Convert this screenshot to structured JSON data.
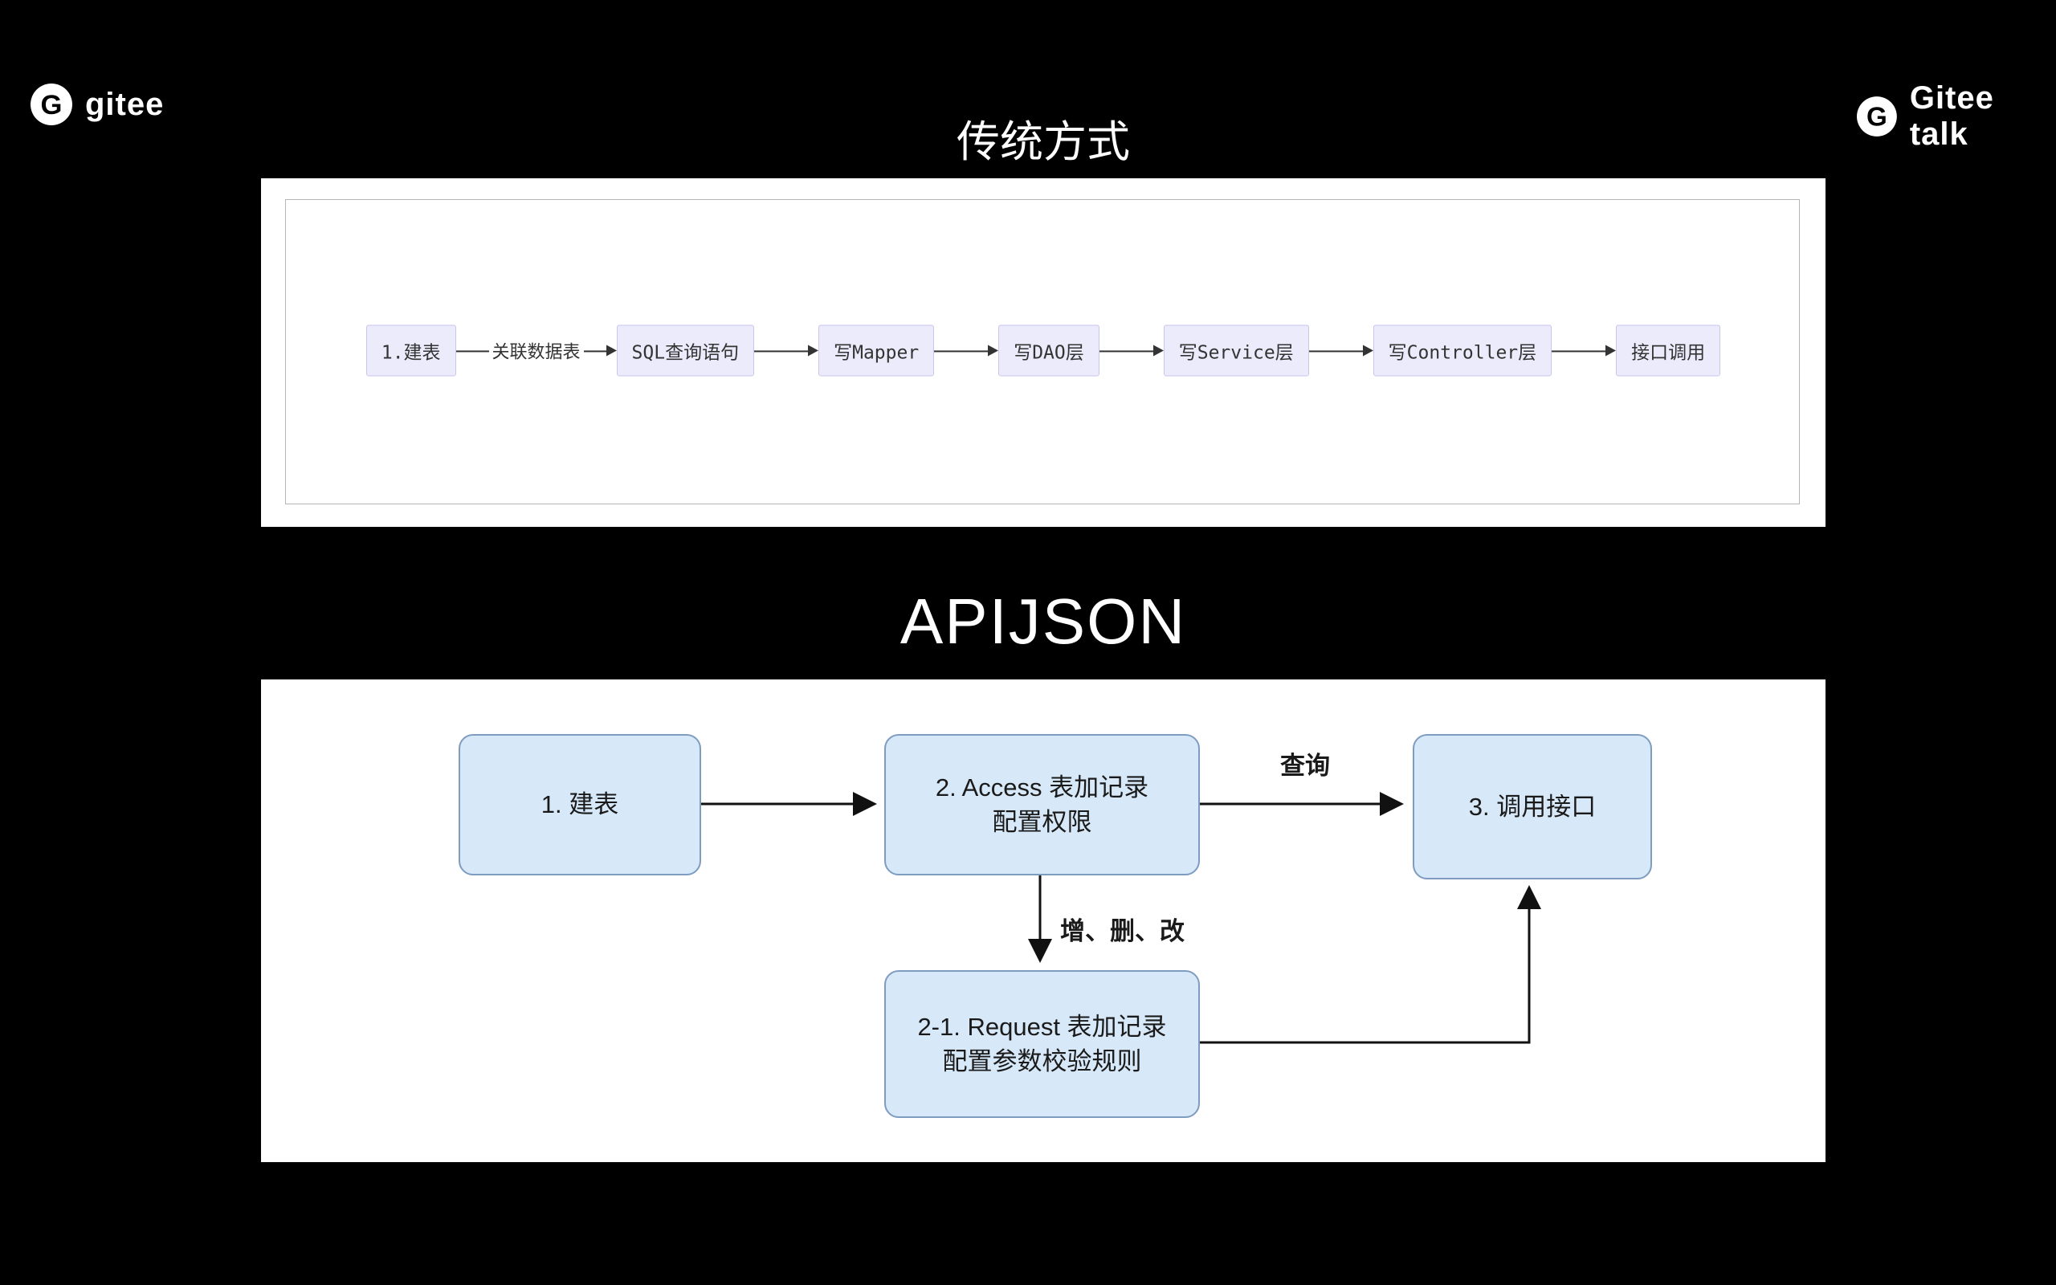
{
  "brand": {
    "logo_letter": "G",
    "left_logo_text": "gitee",
    "right_logo_text": "Gitee talk"
  },
  "traditional": {
    "title": "传统方式",
    "steps": [
      "1.建表",
      "SQL查询语句",
      "写Mapper",
      "写DAO层",
      "写Service层",
      "写Controller层",
      "接口调用"
    ],
    "arrow_label": "关联数据表"
  },
  "apijson": {
    "title": "APIJSON",
    "node1": {
      "line1": "1. 建表"
    },
    "node2": {
      "line1": "2. Access 表加记录",
      "line2": "配置权限"
    },
    "node3": {
      "line1": "3. 调用接口"
    },
    "node21": {
      "line1": "2-1. Request 表加记录",
      "line2": "配置参数校验规则"
    },
    "label_query": "查询",
    "label_crud": "增、删、改"
  },
  "colors": {
    "background": "#000000",
    "panel": "#ffffff",
    "step_fill": "#ecebfb",
    "step_border": "#c9c5ec",
    "node_fill": "#d7e8f8",
    "node_border": "#7e9cc0",
    "arrow": "#111111"
  }
}
